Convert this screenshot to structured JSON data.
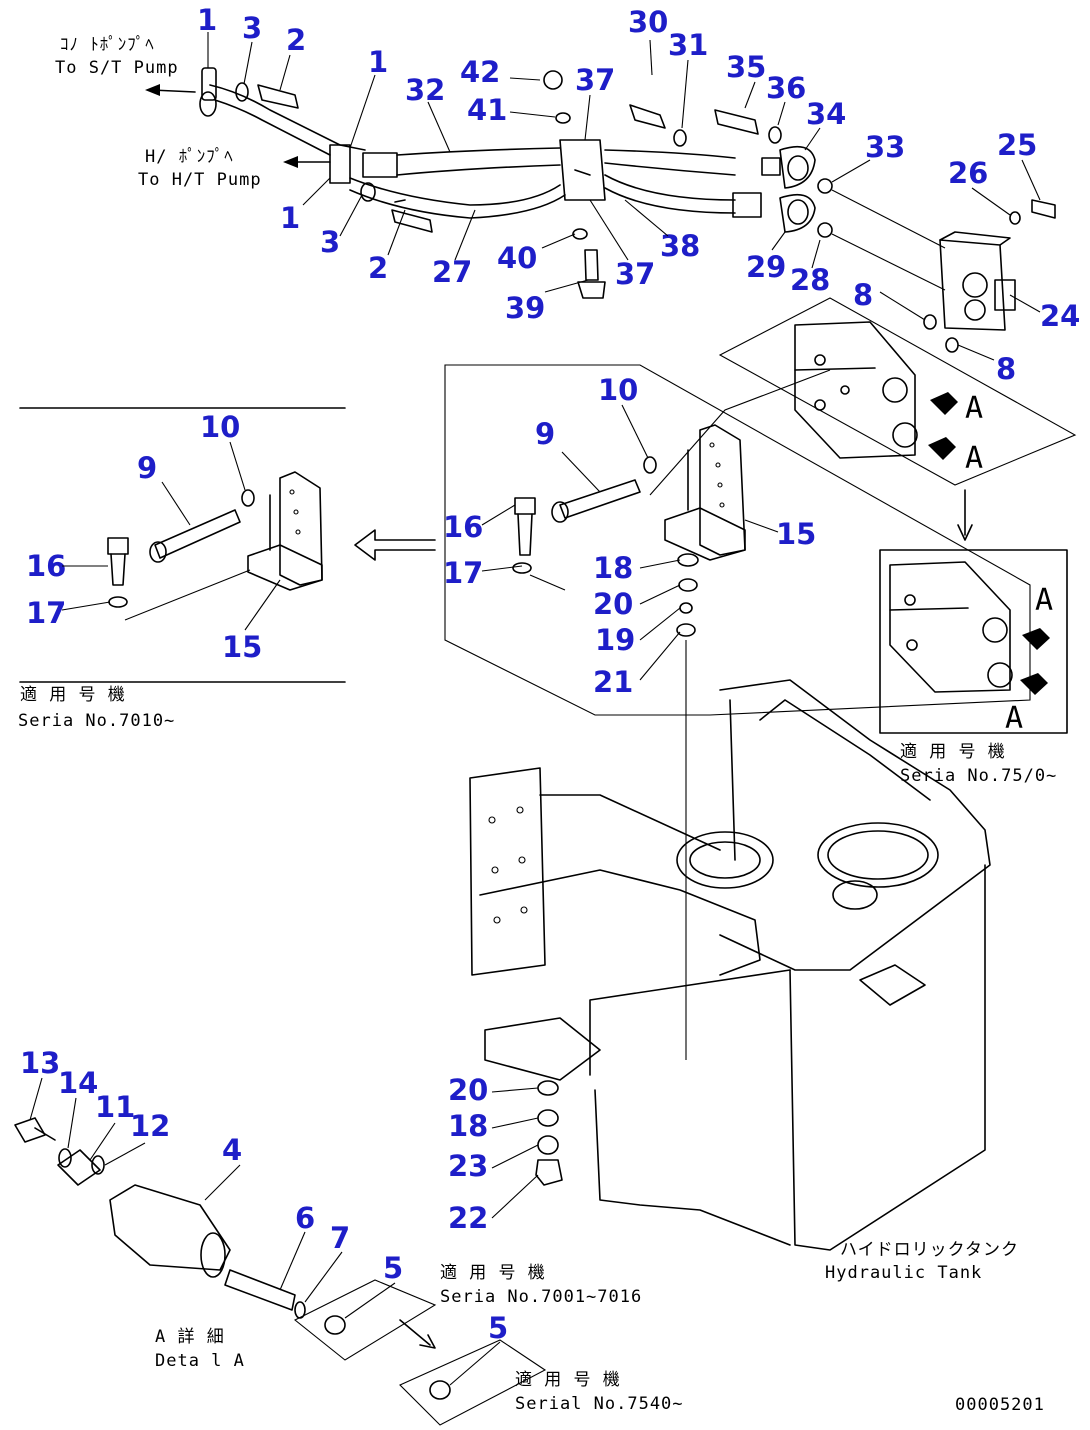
{
  "colors": {
    "callout": "#1e1ec8",
    "line": "#000000",
    "background": "#ffffff"
  },
  "texts": {
    "to_st_pump_jp": "ｺﾉ ﾄﾎﾟﾝﾌﾟﾍ",
    "to_st_pump_en": "To S/T Pump",
    "to_ht_pump_jp": "H/ ﾎﾟﾝﾌﾟﾍ",
    "to_ht_pump_en": "To H/T Pump",
    "serial_left_jp": "適 用 号 機",
    "serial_left_en": "Seria  No.7010~",
    "serial_right_jp": "適 用 号 機",
    "serial_right_en": "Seria  No.75/0~",
    "serial_bottom1_jp": "適 用 号 機",
    "serial_bottom1_en": "Seria  No.7001~7016",
    "serial_bottom2_jp": "適 用 号 機",
    "serial_bottom2_en": "Serial No.7540~",
    "detail_jp": "A 詳 細",
    "detail_en": "Deta l A",
    "tank_jp": "ハイドロリックタンク",
    "tank_en": "Hydraulic Tank",
    "view_letter_a": "A",
    "drawing_number": "00005201"
  },
  "callouts": [
    "1",
    "3",
    "2",
    "1",
    "32",
    "42",
    "37",
    "41",
    "30",
    "31",
    "35",
    "36",
    "34",
    "33",
    "25",
    "26",
    "1",
    "3",
    "2",
    "27",
    "40",
    "37",
    "38",
    "29",
    "28",
    "39",
    "24",
    "8",
    "8",
    "10",
    "9",
    "10",
    "9",
    "16",
    "15",
    "16",
    "17",
    "18",
    "20",
    "19",
    "21",
    "17",
    "15",
    "13",
    "14",
    "11",
    "12",
    "4",
    "6",
    "7",
    "5",
    "5",
    "20",
    "18",
    "23",
    "22"
  ]
}
